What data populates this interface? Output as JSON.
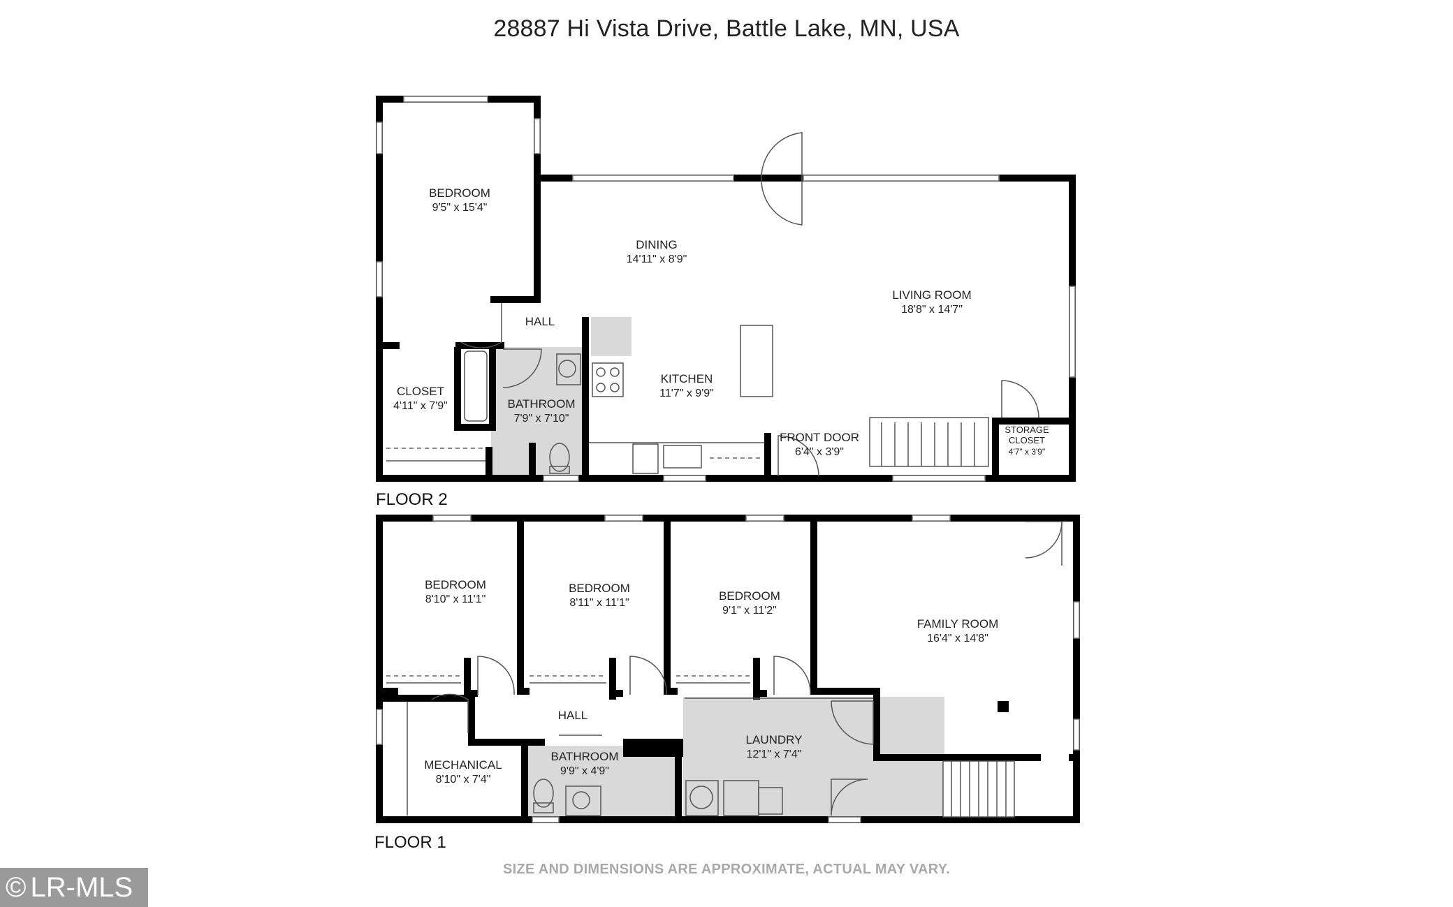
{
  "header": {
    "address": "28887 Hi Vista Drive, Battle Lake, MN, USA"
  },
  "floors": {
    "floor2": {
      "label": "FLOOR 2",
      "rooms": {
        "bedroom": {
          "name": "BEDROOM",
          "dims": "9'5\" x 15'4\""
        },
        "dining": {
          "name": "DINING",
          "dims": "14'11\" x 8'9\""
        },
        "living": {
          "name": "LIVING ROOM",
          "dims": "18'8\" x 14'7\""
        },
        "hall": {
          "name": "HALL"
        },
        "closet": {
          "name": "CLOSET",
          "dims": "4'11\" x 7'9\""
        },
        "bathroom": {
          "name": "BATHROOM",
          "dims": "7'9\" x 7'10\""
        },
        "kitchen": {
          "name": "KITCHEN",
          "dims": "11'7\" x 9'9\""
        },
        "front_door": {
          "name": "FRONT DOOR",
          "dims": "6'4\" x 3'9\""
        },
        "storage": {
          "name1": "STORAGE",
          "name2": "CLOSET",
          "dims": "4'7\" x 3'9\""
        }
      }
    },
    "floor1": {
      "label": "FLOOR 1",
      "rooms": {
        "bedroom1": {
          "name": "BEDROOM",
          "dims": "8'10\" x 11'1\""
        },
        "bedroom2": {
          "name": "BEDROOM",
          "dims": "8'11\" x 11'1\""
        },
        "bedroom3": {
          "name": "BEDROOM",
          "dims": "9'1\" x 11'2\""
        },
        "family": {
          "name": "FAMILY ROOM",
          "dims": "16'4\" x 14'8\""
        },
        "hall": {
          "name": "HALL"
        },
        "laundry": {
          "name": "LAUNDRY",
          "dims": "12'1\" x 7'4\""
        },
        "mechanical": {
          "name": "MECHANICAL",
          "dims": "8'10\" x 7'4\""
        },
        "bathroom": {
          "name": "BATHROOM",
          "dims": "9'9\" x 4'9\""
        }
      }
    }
  },
  "footer": {
    "disclaimer": "SIZE AND DIMENSIONS ARE APPROXIMATE, ACTUAL MAY VARY.",
    "badge": {
      "symbol": "©",
      "text": "LR-MLS"
    }
  },
  "colors": {
    "wall": "#000000",
    "shaded_floor": "#d9d9d9",
    "badge_bg": "#9a9a9a"
  }
}
